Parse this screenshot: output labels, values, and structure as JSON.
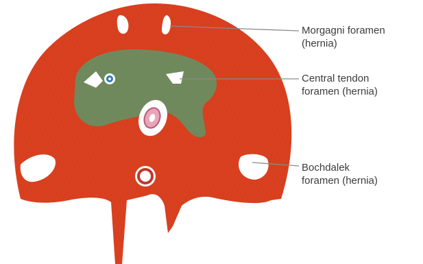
{
  "labels": {
    "morgagni": {
      "line1": "Morgagni foramen",
      "line2": "(hernia)"
    },
    "central_tendon": {
      "line1": "Central tendon",
      "line2": "foramen (hernia)"
    },
    "bochdalek": {
      "line1": "Bochdalek",
      "line2": "foramen (hernia)"
    }
  },
  "colors": {
    "muscle": "#d9401f",
    "muscle_dark": "#b8331a",
    "tendon": "#708a5e",
    "leader_line": "#8a8a8a",
    "background": "#ffffff"
  }
}
